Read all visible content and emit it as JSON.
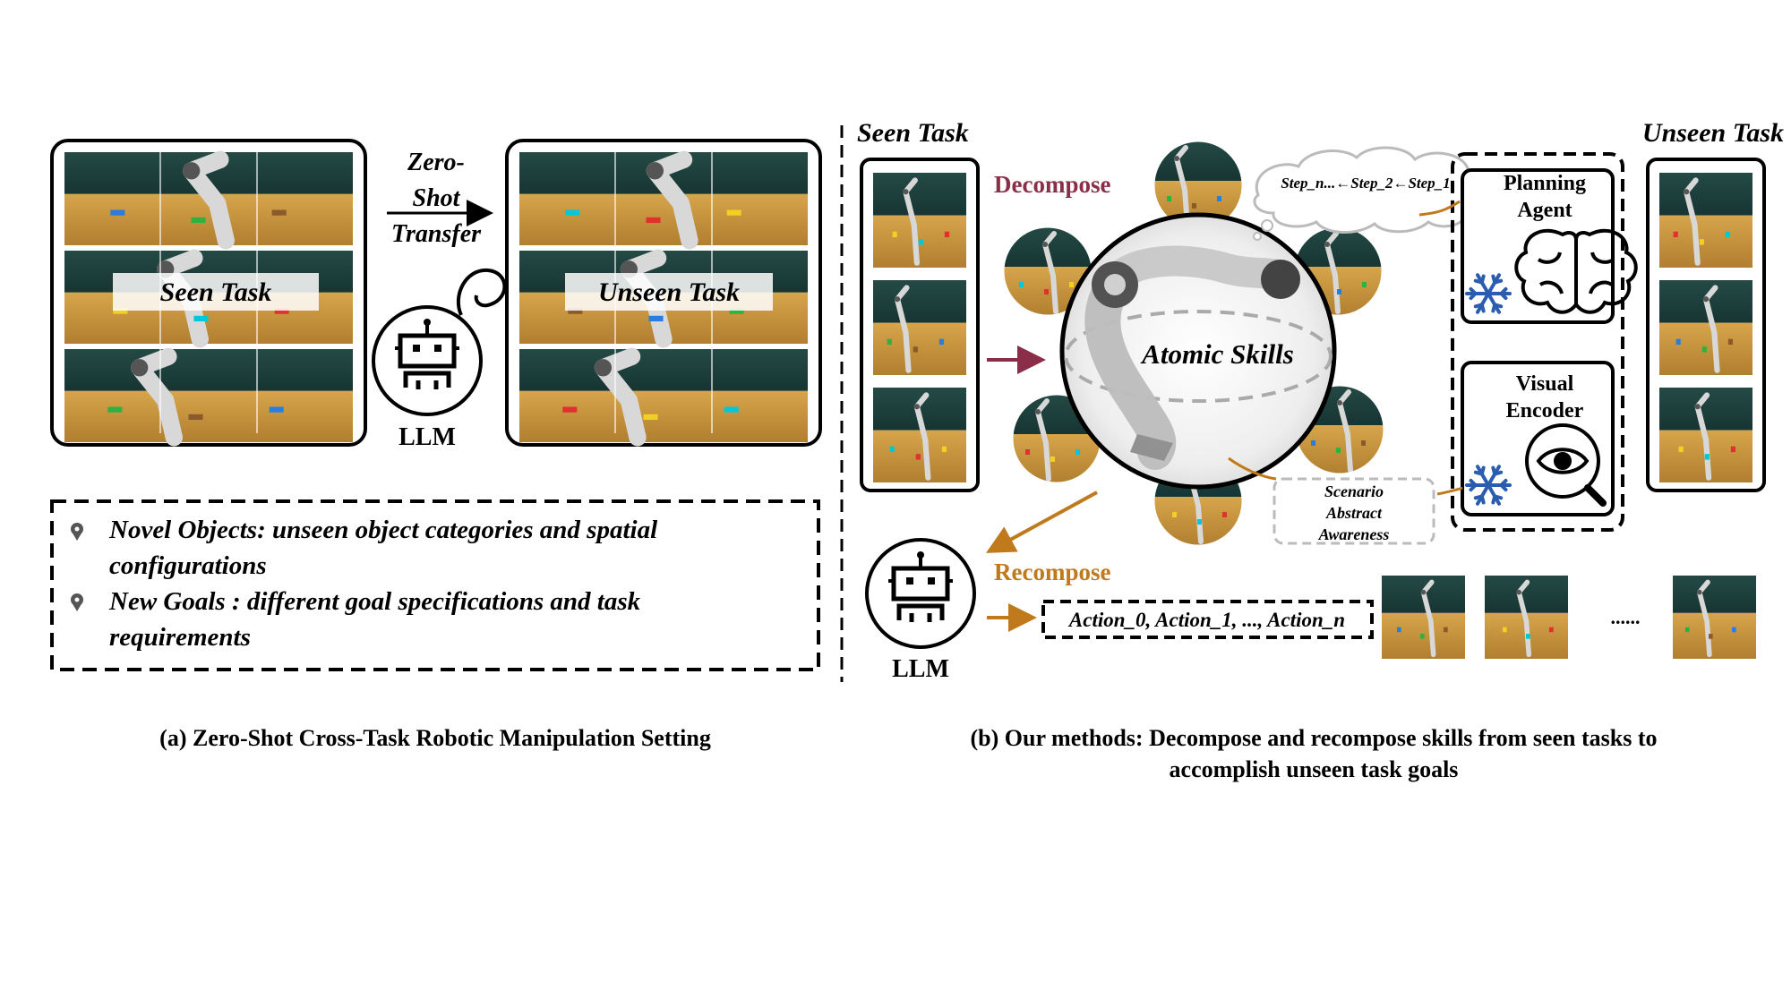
{
  "left": {
    "transfer_label": [
      "Zero-",
      "Shot",
      "Transfer"
    ],
    "seen_task_label": "Seen Task",
    "unseen_task_label": "Unseen Task",
    "llm_label": "LLM",
    "bullets": [
      {
        "lines": [
          "Novel Objects: unseen object categories and spatial",
          "configurations"
        ]
      },
      {
        "lines": [
          "New Goals : different goal specifications and task",
          "requirements"
        ]
      }
    ],
    "caption": "(a) Zero-Shot Cross-Task Robotic Manipulation Setting"
  },
  "right": {
    "seen_task_title": "Seen Task",
    "unseen_task_title": "Unseen Task",
    "decompose_label": "Decompose",
    "recompose_label": "Recompose",
    "atomic_skills_label": "Atomic Skills",
    "steps_label": "Step_n...←Step_2←Step_1",
    "planning_agent_label": [
      "Planning",
      "Agent"
    ],
    "visual_encoder_label": [
      "Visual",
      "Encoder"
    ],
    "scenario_label": [
      "Scenario",
      "Abstract",
      "Awareness"
    ],
    "llm_label": "LLM",
    "actions_label": "Action_0, Action_1, ..., Action_n",
    "ellipsis": "......",
    "caption": [
      "(b) Our methods: Decompose and recompose skills from seen tasks to",
      "accomplish unseen task goals"
    ]
  },
  "colors": {
    "decompose": "#8b2e4a",
    "recompose": "#c07a1c",
    "snowflake": "#2a5db0",
    "wall": "#1e3d3a",
    "table": "#c9953c"
  }
}
